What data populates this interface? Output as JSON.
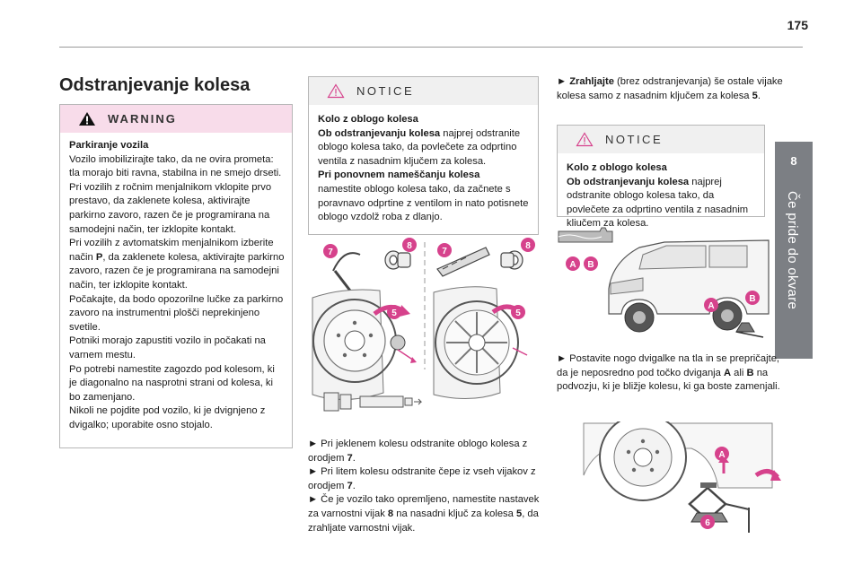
{
  "page": {
    "number": "175"
  },
  "chapter": {
    "number": "8",
    "title": "Če pride do okvare"
  },
  "section": {
    "title": "Odstranjevanje kolesa"
  },
  "warning": {
    "title": "WARNING",
    "paragraphs": [
      {
        "bold": "Parkiranje vozila",
        "text": "Vozilo imobilizirajte tako, da ne ovira prometa: tla morajo biti ravna, stabilna in ne smejo drseti."
      },
      {
        "bold": "",
        "text": "Pri vozilih z ročnim menjalnikom vklopite prvo prestavo, da zaklenete kolesa, aktivirajte parkirno zavoro, razen če je programirana na samodejni način, ter izklopite kontakt."
      },
      {
        "bold": "",
        "text": "Pri vozilih z avtomatskim menjalnikom izberite način P, da zaklenete kolesa, aktivirajte parkirno zavoro, razen če je programirana na samodejni način, ter izklopite kontakt."
      },
      {
        "bold": "",
        "text": "Počakajte, da bodo opozorilne lučke za parkirno zavoro na instrumentni plošči neprekinjeno svetile."
      },
      {
        "bold": "",
        "text": "Potniki morajo zapustiti vozilo in počakati na varnem mestu."
      },
      {
        "bold": "",
        "text": "Po potrebi namestite zagozdo pod kolesom, ki je diagonalno na nasprotni strani od kolesa, ki bo zamenjano."
      },
      {
        "bold": "",
        "text": "Nikoli ne pojdite pod vozilo, ki je dvignjeno z dvigalko; uporabite osno stojalo."
      }
    ]
  },
  "notice1": {
    "title": "NOTICE",
    "heading": "Kolo z oblogo kolesa",
    "p1_bold": "Ob odstranjevanju kolesa",
    "p1_text": " najprej odstranite oblogo kolesa tako, da povlečete za odprtino ventila z nasadnim ključem za kolesa.",
    "p2_bold": "Pri ponovnem nameščanju kolesa",
    "p2_text": "namestite oblogo kolesa tako, da začnete s poravnavo odprtine z ventilom in nato potisnete oblogo vzdolž roba z dlanjo."
  },
  "figure1": {
    "labels": [
      "7",
      "8",
      "7",
      "8",
      "5",
      "5"
    ]
  },
  "instructions1": [
    {
      "bullet": "►",
      "text": " Pri jeklenem kolesu odstranite oblogo kolesa z orodjem 7."
    },
    {
      "bullet": "►",
      "text": " Pri litem kolesu odstranite čepe iz vseh vijakov z orodjem 7."
    },
    {
      "bullet": "►",
      "text": " Če je vozilo tako opremljeno, namestite nastavek za varnostni vijak 8 na nasadni ključ za kolesa 5, da zrahljate varnostni vijak."
    }
  ],
  "loosen": {
    "bullet": "►",
    "bold": "Zrahljajte",
    "text": " (brez odstranjevanja) še ostale vijake kolesa samo z nasadnim ključem za kolesa 5."
  },
  "notice2": {
    "title": "NOTICE",
    "heading": "Kolo z oblogo kolesa",
    "p1_bold": "Ob odstranjevanju kolesa",
    "p1_text": " najprej odstranite oblogo kolesa tako, da povlečete za odprtino ventila z nasadnim ključem za kolesa."
  },
  "figure2": {
    "labels": [
      "A",
      "B",
      "A",
      "B"
    ]
  },
  "jack": {
    "bullet": "►",
    "text": " Postavite nogo dvigalke na tla in se prepričajte, da je neposredno pod točko dviganja A ali B na podvozju, ki je bližje kolesu, ki ga boste zamenjali."
  },
  "figure3": {
    "labels": [
      "A",
      "6"
    ]
  },
  "colors": {
    "pink_label": "#d6428c",
    "warning_band": "#f8dcea",
    "notice_band": "#f0f0f0",
    "side_tab": "#7c7f84"
  }
}
